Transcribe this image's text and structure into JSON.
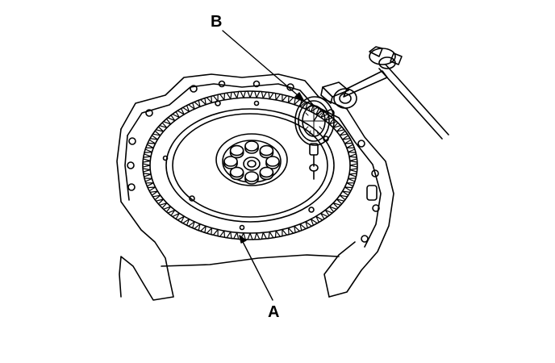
{
  "callouts": {
    "a": "A",
    "b": "B"
  },
  "colors": {
    "ink": "#000000",
    "paper": "#ffffff"
  },
  "parts": {
    "a": "flywheel-ring-gear",
    "b": "dial-indicator"
  }
}
